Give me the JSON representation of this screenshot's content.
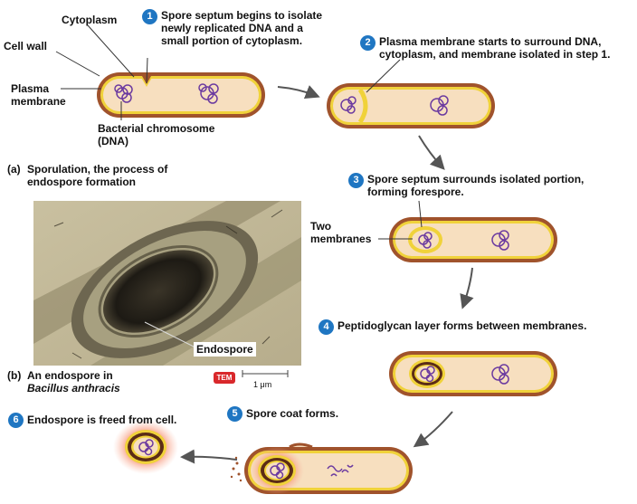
{
  "labels": {
    "cytoplasm": "Cytoplasm",
    "cell_wall": "Cell wall",
    "plasma_membrane": "Plasma membrane",
    "bacterial_chromosome": "Bacterial chromosome (DNA)",
    "two_membranes": "Two membranes",
    "endospore": "Endospore"
  },
  "steps": [
    {
      "num": "1",
      "text": "Spore septum begins to isolate newly replicated DNA and a small portion of cytoplasm."
    },
    {
      "num": "2",
      "text": "Plasma membrane starts to surround DNA, cytoplasm, and membrane isolated in step 1."
    },
    {
      "num": "3",
      "text": "Spore septum surrounds isolated portion, forming forespore."
    },
    {
      "num": "4",
      "text": "Peptidoglycan layer forms between membranes."
    },
    {
      "num": "5",
      "text": "Spore coat forms."
    },
    {
      "num": "6",
      "text": "Endospore is freed from cell."
    }
  ],
  "captions": {
    "a_letter": "(a)",
    "a_text": "Sporulation, the process of endospore formation",
    "b_letter": "(b)",
    "b_text_1": "An endospore in",
    "b_text_2": "Bacillus anthracis"
  },
  "micrograph": {
    "tem_badge": "TEM",
    "scale": "1 μm"
  },
  "colors": {
    "step_badge": "#1f76c2",
    "cell_fill": "#f7dfbf",
    "cell_outline": "#a0532c",
    "membrane": "#f0d23a",
    "dna": "#6b3aa0",
    "arrow": "#555555",
    "tem_badge": "#d9282b"
  }
}
